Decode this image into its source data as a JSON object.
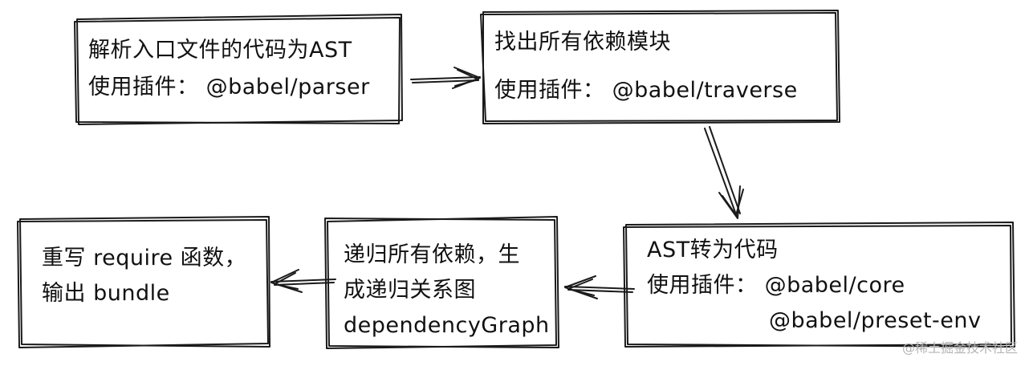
{
  "nodes": {
    "parse": {
      "line1": "解析入口文件的代码为AST",
      "line2": "使用插件：  @babel/parser"
    },
    "traverse": {
      "line1": "找出所有依赖模块",
      "line2": "使用插件：  @babel/traverse"
    },
    "transform": {
      "line1": "AST转为代码",
      "line2": "使用插件：  @babel/core",
      "line3": "@babel/preset-env"
    },
    "graph": {
      "line1": "递归所有依赖，生",
      "line2": "成递归关系图",
      "line3": "dependencyGraph"
    },
    "bundle": {
      "line1": "重写 require 函数，",
      "line2": "输出 bundle"
    }
  },
  "watermark": "@稀土掘金技术社区"
}
